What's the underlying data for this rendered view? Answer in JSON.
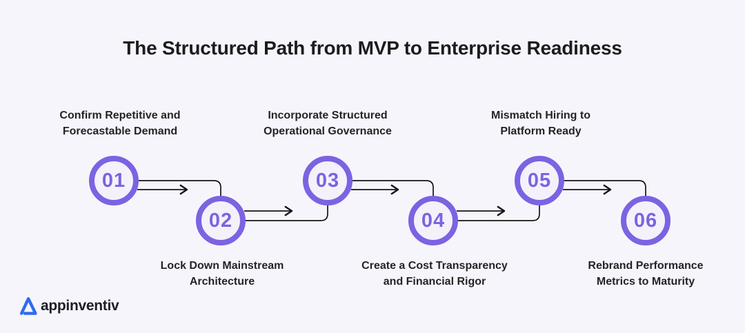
{
  "title": "The Structured Path from MVP to Enterprise Readiness",
  "steps": [
    {
      "number": "01",
      "label": "Confirm Repetitive and\nForecastable Demand"
    },
    {
      "number": "02",
      "label": "Lock Down Mainstream\nArchitecture"
    },
    {
      "number": "03",
      "label": "Incorporate Structured\nOperational Governance"
    },
    {
      "number": "04",
      "label": "Create a Cost Transparency\nand Financial Rigor"
    },
    {
      "number": "05",
      "label": "Mismatch Hiring to\nPlatform Ready"
    },
    {
      "number": "06",
      "label": "Rebrand Performance\nMetrics to Maturity"
    }
  ],
  "logo": {
    "text": "appinventiv",
    "icon": "appinventiv-triangle-logo-icon"
  },
  "colors": {
    "background": "#f7f5fc",
    "accent-purple": "#7c63e2",
    "circle-fill": "#f4f1fb",
    "line-black": "#141414",
    "title-color": "#1c1c1e",
    "label-color": "#242424",
    "logo-blue": "#2d6bf2"
  }
}
